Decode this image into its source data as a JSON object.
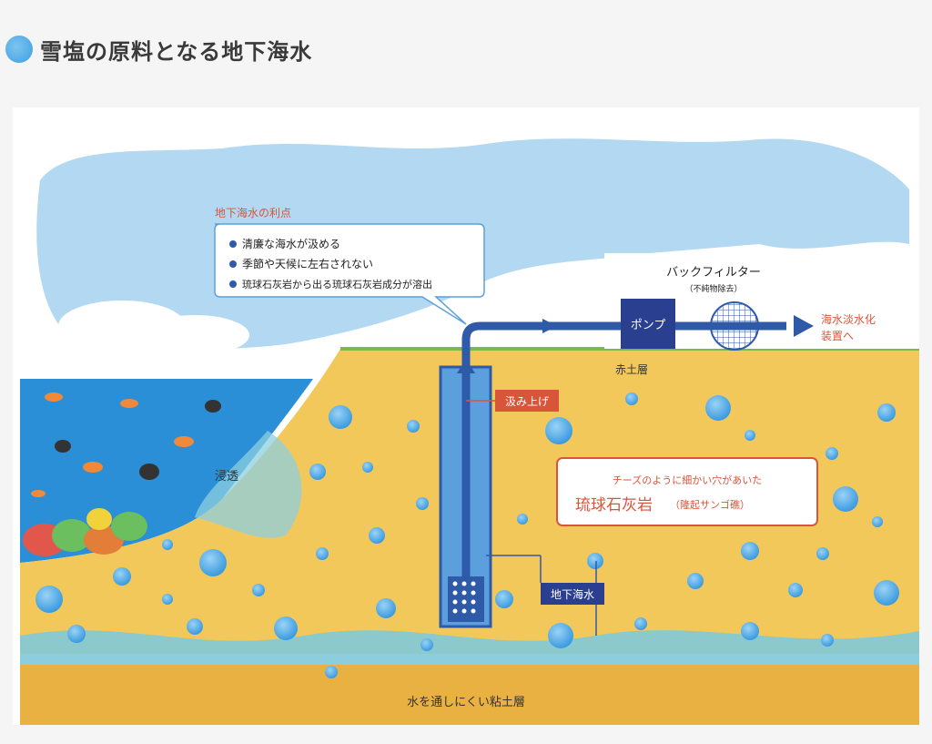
{
  "page": {
    "title": "雪塩の原料となる地下海水",
    "accent_color": "#3d9fe0"
  },
  "diagram": {
    "benefits_heading": "地下海水の利点",
    "benefits": [
      "清廉な海水が汲める",
      "季節や天候に左右されない",
      "琉球石灰岩から出る琉球石灰岩成分が溶出"
    ],
    "back_filter": "バックフィルター",
    "back_filter_note": "（不純物除去）",
    "pump": "ポンプ",
    "to_desal_line1": "海水淡水化",
    "to_desal_line2": "装置へ",
    "red_soil": "赤土層",
    "pump_up": "汲み上げ",
    "seepage": "浸透",
    "limestone_line1": "チーズのように細かい穴があいた",
    "limestone_main": "琉球石灰岩",
    "limestone_sub": "（隆起サンゴ礁）",
    "groundwater": "地下海水",
    "clay_layer": "水を通しにくい粘土層",
    "colors": {
      "sky": "#9fcdeb",
      "sea": "#2a8fd6",
      "sand": "#f3c85a",
      "pipe": "#2f5aa8",
      "label_red": "#d9553a",
      "groundwater_band": "#7fc9d9"
    }
  }
}
